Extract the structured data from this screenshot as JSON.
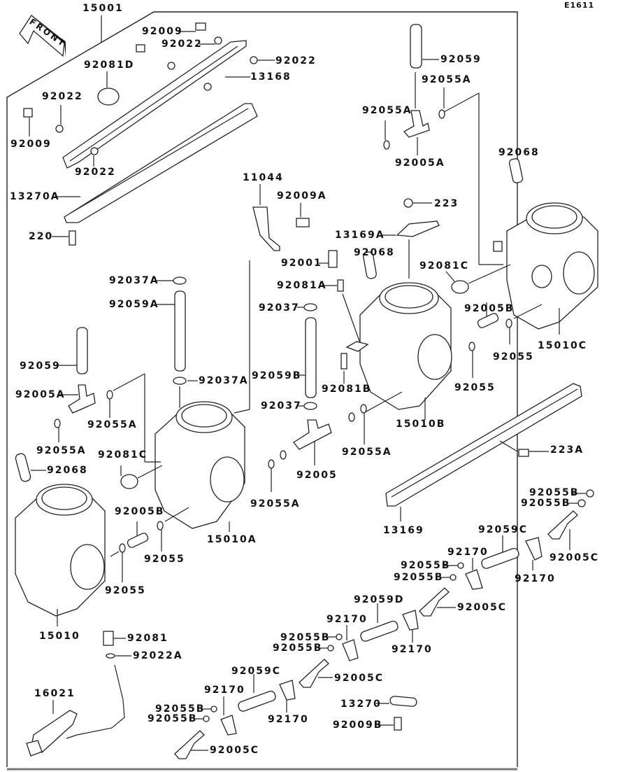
{
  "diagram": {
    "code": "E1611",
    "front_label": "FRONT",
    "callouts": [
      {
        "id": "c0",
        "text": "15001"
      },
      {
        "id": "c1",
        "text": "92009"
      },
      {
        "id": "c2",
        "text": "92022"
      },
      {
        "id": "c3",
        "text": "92022"
      },
      {
        "id": "c4",
        "text": "92081D"
      },
      {
        "id": "c5",
        "text": "13168"
      },
      {
        "id": "c6",
        "text": "92022"
      },
      {
        "id": "c7",
        "text": "92009"
      },
      {
        "id": "c8",
        "text": "92022"
      },
      {
        "id": "c9",
        "text": "13270A"
      },
      {
        "id": "c10",
        "text": "220"
      },
      {
        "id": "c11",
        "text": "11044"
      },
      {
        "id": "c12",
        "text": "92009A"
      },
      {
        "id": "c13",
        "text": "92059"
      },
      {
        "id": "c14",
        "text": "92055A"
      },
      {
        "id": "c15",
        "text": "92055A"
      },
      {
        "id": "c16",
        "text": "92005A"
      },
      {
        "id": "c17",
        "text": "92068"
      },
      {
        "id": "c18",
        "text": "223"
      },
      {
        "id": "c19",
        "text": "13169A"
      },
      {
        "id": "c20",
        "text": "92068"
      },
      {
        "id": "c21",
        "text": "92001"
      },
      {
        "id": "c22",
        "text": "92081C"
      },
      {
        "id": "c23",
        "text": "92081A"
      },
      {
        "id": "c24",
        "text": "92037A"
      },
      {
        "id": "c25",
        "text": "92059A"
      },
      {
        "id": "c26",
        "text": "92037"
      },
      {
        "id": "c27",
        "text": "92005B"
      },
      {
        "id": "c28",
        "text": "15010C"
      },
      {
        "id": "c29",
        "text": "92055"
      },
      {
        "id": "c30",
        "text": "92059"
      },
      {
        "id": "c31",
        "text": "92059B"
      },
      {
        "id": "c32",
        "text": "92037A"
      },
      {
        "id": "c33",
        "text": "92081B"
      },
      {
        "id": "c34",
        "text": "92055"
      },
      {
        "id": "c35",
        "text": "92005A"
      },
      {
        "id": "c36",
        "text": "92037"
      },
      {
        "id": "c37",
        "text": "15010B"
      },
      {
        "id": "c38",
        "text": "92055A"
      },
      {
        "id": "c39",
        "text": "92055A"
      },
      {
        "id": "c40",
        "text": "92055A"
      },
      {
        "id": "c41",
        "text": "223A"
      },
      {
        "id": "c42",
        "text": "92068"
      },
      {
        "id": "c43",
        "text": "92081C"
      },
      {
        "id": "c44",
        "text": "92005"
      },
      {
        "id": "c45",
        "text": "92055A"
      },
      {
        "id": "c46",
        "text": "92005B"
      },
      {
        "id": "c47",
        "text": "15010A"
      },
      {
        "id": "c48",
        "text": "92055"
      },
      {
        "id": "c49",
        "text": "13169"
      },
      {
        "id": "c50",
        "text": "92055B"
      },
      {
        "id": "c51",
        "text": "92055B"
      },
      {
        "id": "c52",
        "text": "92059C"
      },
      {
        "id": "c53",
        "text": "92005C"
      },
      {
        "id": "c54",
        "text": "92055"
      },
      {
        "id": "c55",
        "text": "92170"
      },
      {
        "id": "c56",
        "text": "92170"
      },
      {
        "id": "c57",
        "text": "92055B"
      },
      {
        "id": "c58",
        "text": "92055B"
      },
      {
        "id": "c59",
        "text": "92059D"
      },
      {
        "id": "c60",
        "text": "92005C"
      },
      {
        "id": "c61",
        "text": "15010"
      },
      {
        "id": "c62",
        "text": "92081"
      },
      {
        "id": "c63",
        "text": "92170"
      },
      {
        "id": "c64",
        "text": "92022A"
      },
      {
        "id": "c65",
        "text": "92055B"
      },
      {
        "id": "c66",
        "text": "92055B"
      },
      {
        "id": "c67",
        "text": "92170"
      },
      {
        "id": "c68",
        "text": "92005C"
      },
      {
        "id": "c69",
        "text": "92059C"
      },
      {
        "id": "c70",
        "text": "16021"
      },
      {
        "id": "c71",
        "text": "92170"
      },
      {
        "id": "c72",
        "text": "13270"
      },
      {
        "id": "c73",
        "text": "92170"
      },
      {
        "id": "c74",
        "text": "92055B"
      },
      {
        "id": "c75",
        "text": "92055B"
      },
      {
        "id": "c76",
        "text": "92009B"
      },
      {
        "id": "c77",
        "text": "92005C"
      }
    ]
  }
}
